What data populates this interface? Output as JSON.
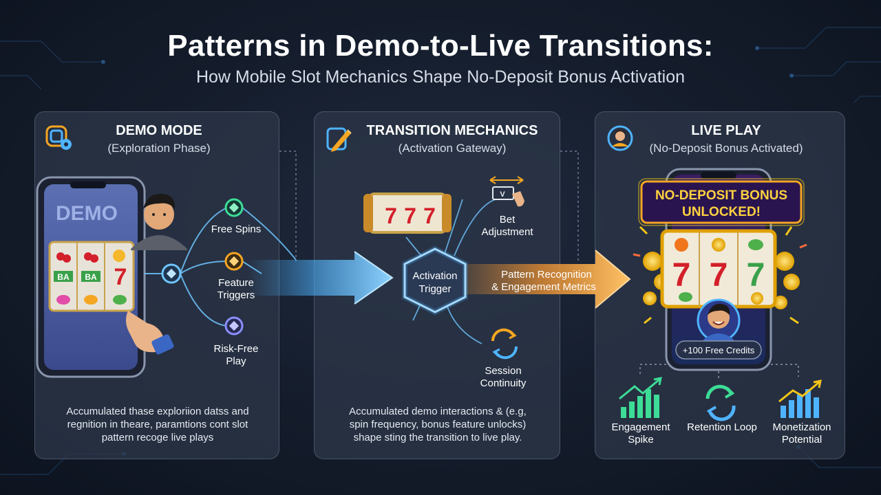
{
  "header": {
    "title": "Patterns in Demo-to-Live Transitions:",
    "subtitle": "How Mobile Slot Mechanics Shape No-Deposit Bonus Activation"
  },
  "demo": {
    "title": "DEMO MODE",
    "subtitle": "(Exploration Phase)",
    "screen_text": "DEMO",
    "reel_labels": [
      "BA",
      "BA"
    ],
    "branches": [
      "Free Spins",
      "Feature Triggers",
      "Risk-Free Play"
    ],
    "footer": [
      "Accumulated thase exploriion datss and",
      "regnition in theare, paramtions cont slot",
      "pattern recoge live plays"
    ]
  },
  "transition": {
    "title": "TRANSITION MECHANICS",
    "subtitle": "(Activation Gateway)",
    "trigger": [
      "Activation",
      "Trigger"
    ],
    "bet": [
      "Bet",
      "Adjustment"
    ],
    "session": [
      "Session",
      "Continuity"
    ],
    "arrow_text": [
      "Pattern Recognition",
      "& Engagement Metrics"
    ],
    "footer": [
      "Accumulated demo interactions & (e.g,",
      "spin frequency, bonus feature unlocks)",
      "shape sting the transition to live play."
    ]
  },
  "live": {
    "title": "LIVE PLAY",
    "subtitle": "(No-Deposit Bonus Activated)",
    "badge": [
      "NO-DEPOSIT BONUS",
      "UNLOCKED!"
    ],
    "credits": "+100 Free Credits",
    "metrics": [
      [
        "Engagement",
        "Spike"
      ],
      [
        "Retention Loop"
      ],
      [
        "Monetization",
        "Potential"
      ]
    ]
  },
  "colors": {
    "blue_glow": "#4fb4ff",
    "orange_glow": "#ff9a2e",
    "green_node": "#3ddc97",
    "gold": "#f5c518",
    "badge_border": "#f5a623"
  }
}
